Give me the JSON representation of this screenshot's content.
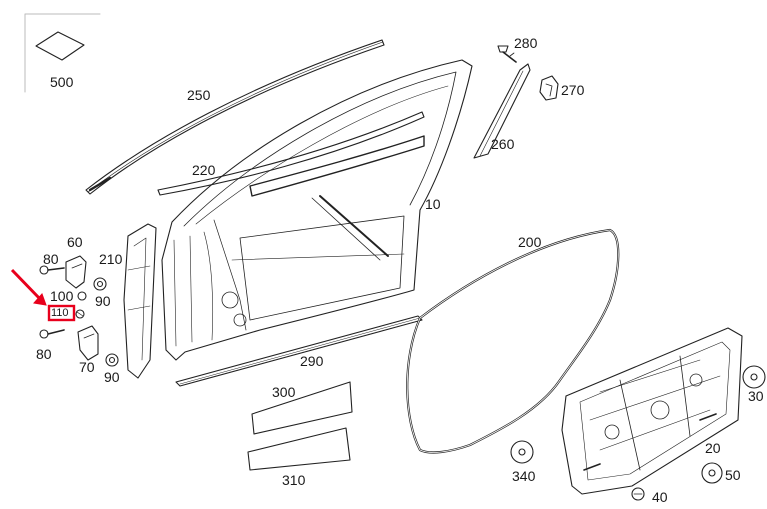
{
  "diagram": {
    "accent_color": "#e8001c",
    "highlighted_part": "110",
    "callouts": [
      {
        "id": "c500",
        "text": "500"
      },
      {
        "id": "c250",
        "text": "250"
      },
      {
        "id": "c280",
        "text": "280"
      },
      {
        "id": "c270",
        "text": "270"
      },
      {
        "id": "c260",
        "text": "260"
      },
      {
        "id": "c220",
        "text": "220"
      },
      {
        "id": "c10",
        "text": "10"
      },
      {
        "id": "c200",
        "text": "200"
      },
      {
        "id": "c60",
        "text": "60"
      },
      {
        "id": "c80a",
        "text": "80"
      },
      {
        "id": "c210",
        "text": "210"
      },
      {
        "id": "c100",
        "text": "100"
      },
      {
        "id": "c90a",
        "text": "90"
      },
      {
        "id": "c110",
        "text": "110"
      },
      {
        "id": "c80b",
        "text": "80"
      },
      {
        "id": "c70",
        "text": "70"
      },
      {
        "id": "c90b",
        "text": "90"
      },
      {
        "id": "c290",
        "text": "290"
      },
      {
        "id": "c300",
        "text": "300"
      },
      {
        "id": "c310",
        "text": "310"
      },
      {
        "id": "c30",
        "text": "30"
      },
      {
        "id": "c20",
        "text": "20"
      },
      {
        "id": "c340",
        "text": "340"
      },
      {
        "id": "c50",
        "text": "50"
      },
      {
        "id": "c40",
        "text": "40"
      }
    ]
  }
}
